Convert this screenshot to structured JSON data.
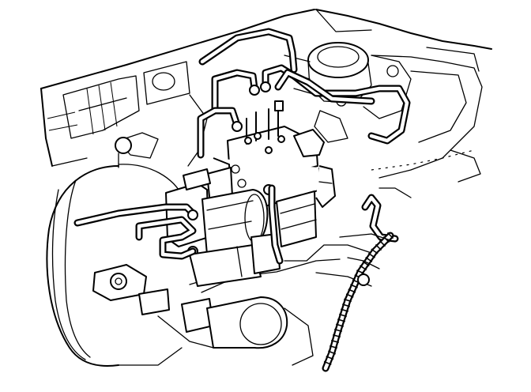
{
  "figure": {
    "label_text": "",
    "colors": {
      "ink": "#000000",
      "paper": "#ffffff"
    },
    "parts": [
      "engine-compartment-left-panel",
      "brake-booster",
      "abs-modulator-block",
      "brake-lines",
      "master-cylinder-reservoir",
      "shock-tower",
      "corrugated-wiring-loom",
      "hydraulic-pump-motor",
      "mounting-bracket"
    ]
  }
}
